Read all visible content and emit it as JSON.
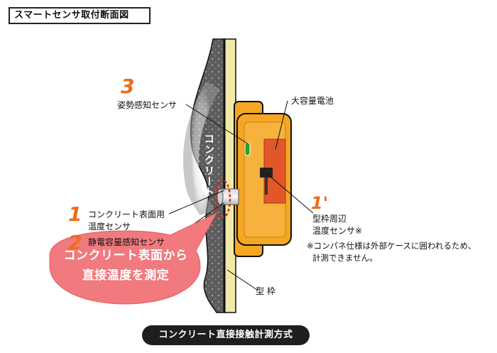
{
  "title": "スマートセンサ取付断面図",
  "concrete_label": "コンクリート",
  "labels": {
    "sensor3": "姿勢感知センサ",
    "battery": "大容量電池",
    "sensor1_line1": "コンクリート表面用",
    "sensor1_line2": "温度センサ",
    "sensor2": "静電容量感知センサ",
    "sensor1p_line1": "型枠周辺",
    "sensor1p_line2": "温度センサ※",
    "note_line1": "※コンパネ仕様は外部ケースに囲われるため、",
    "note_line2": "計測できません。",
    "formwork": "型 枠"
  },
  "numbers": {
    "n3": "3",
    "n1": "1",
    "n2": "2",
    "n1p": "1'"
  },
  "callout": {
    "line1": "コンクリート表面から",
    "line2": "直接温度を測定"
  },
  "footer": "コンクリート直接接触計測方式",
  "colors": {
    "orange": "#f5a623",
    "accent_orange": "#ef6c1a",
    "callout_pink": "#f07a7e",
    "concrete_gray": "#6a6a6a",
    "formwork_yellow": "#f1e9a6"
  }
}
